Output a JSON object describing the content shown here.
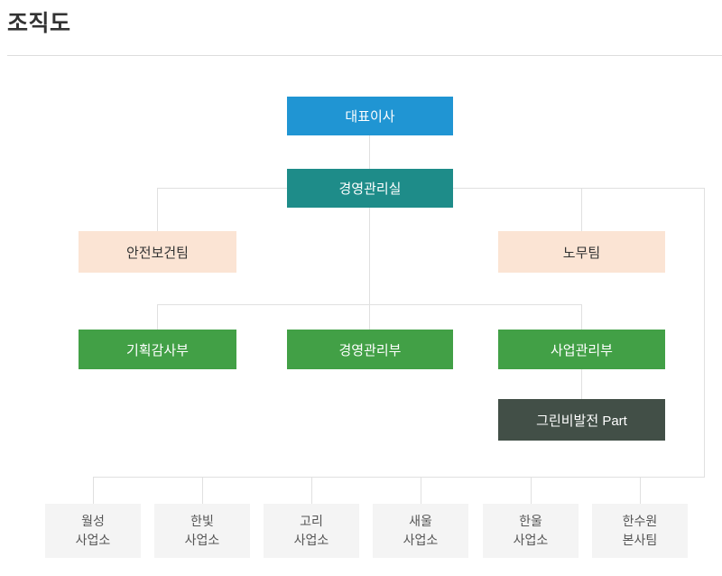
{
  "page": {
    "title": "조직도"
  },
  "colors": {
    "ceo": "#2095d3",
    "office": "#1e8c89",
    "team": "#fbe4d4",
    "department": "#42a046",
    "part": "#424f47",
    "branch_background": "#f4f4f4",
    "connector_line": "#e0e0e0",
    "title_text": "#333333"
  },
  "org": {
    "ceo": {
      "label": "대표이사"
    },
    "office": {
      "label": "경영관리실"
    },
    "teams": [
      {
        "label": "안전보건팀"
      },
      {
        "label": "노무팀"
      }
    ],
    "departments": [
      {
        "label": "기획감사부"
      },
      {
        "label": "경영관리부"
      },
      {
        "label": "사업관리부"
      }
    ],
    "part": {
      "label": "그린비발전 Part"
    },
    "branches": [
      {
        "line1": "월성",
        "line2": "사업소"
      },
      {
        "line1": "한빛",
        "line2": "사업소"
      },
      {
        "line1": "고리",
        "line2": "사업소"
      },
      {
        "line1": "새울",
        "line2": "사업소"
      },
      {
        "line1": "한울",
        "line2": "사업소"
      },
      {
        "line1": "한수원",
        "line2": "본사팀"
      }
    ]
  }
}
